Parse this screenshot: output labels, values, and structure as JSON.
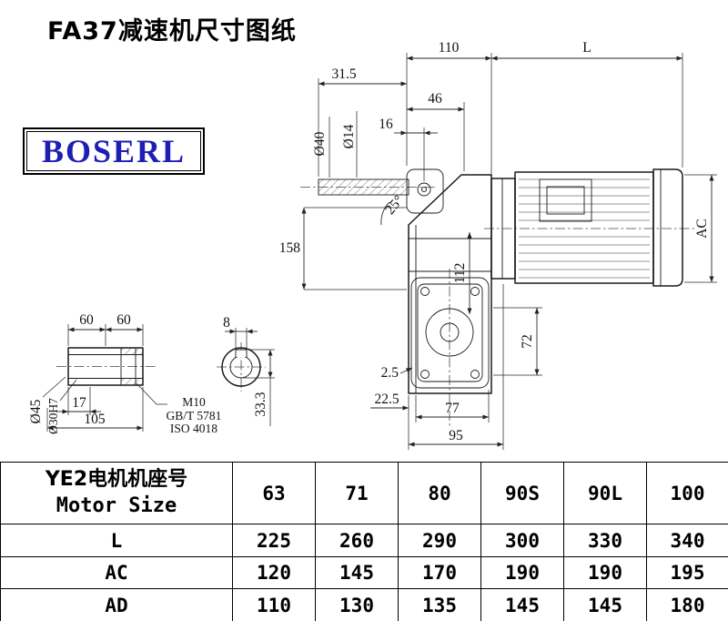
{
  "page": {
    "title": "FA37减速机尺寸图纸"
  },
  "logo": {
    "text": "BOSERL",
    "color": "#1e1eb4"
  },
  "drawing": {
    "dims": {
      "top_110": "110",
      "top_L": "L",
      "d31_5": "31.5",
      "d46": "46",
      "d16": "16",
      "dia40": "Ø40",
      "dia14": "Ø14",
      "angle25": "25°",
      "d158": "158",
      "d112": "112",
      "dAC": "AC",
      "d72": "72",
      "d2_5": "2.5",
      "d22_5": "22.5",
      "d77": "77",
      "d95": "95",
      "d60a": "60",
      "d60b": "60",
      "d8": "8",
      "dia45": "Ø45",
      "dia30": "Ø30H7",
      "d17": "17",
      "d105": "105",
      "m10": "M10",
      "gbt": "GB/T 5781",
      "iso": "ISO 4018",
      "d33_3": "33.3"
    }
  },
  "table": {
    "header": {
      "line1": "YE2电机机座号",
      "line2": "Motor Size",
      "cols": [
        "63",
        "71",
        "80",
        "90S",
        "90L",
        "100"
      ]
    },
    "rows": [
      {
        "label": "L",
        "values": [
          "225",
          "260",
          "290",
          "300",
          "330",
          "340"
        ]
      },
      {
        "label": "AC",
        "values": [
          "120",
          "145",
          "170",
          "190",
          "190",
          "195"
        ]
      },
      {
        "label": "AD",
        "values": [
          "110",
          "130",
          "135",
          "145",
          "145",
          "180"
        ]
      }
    ]
  }
}
